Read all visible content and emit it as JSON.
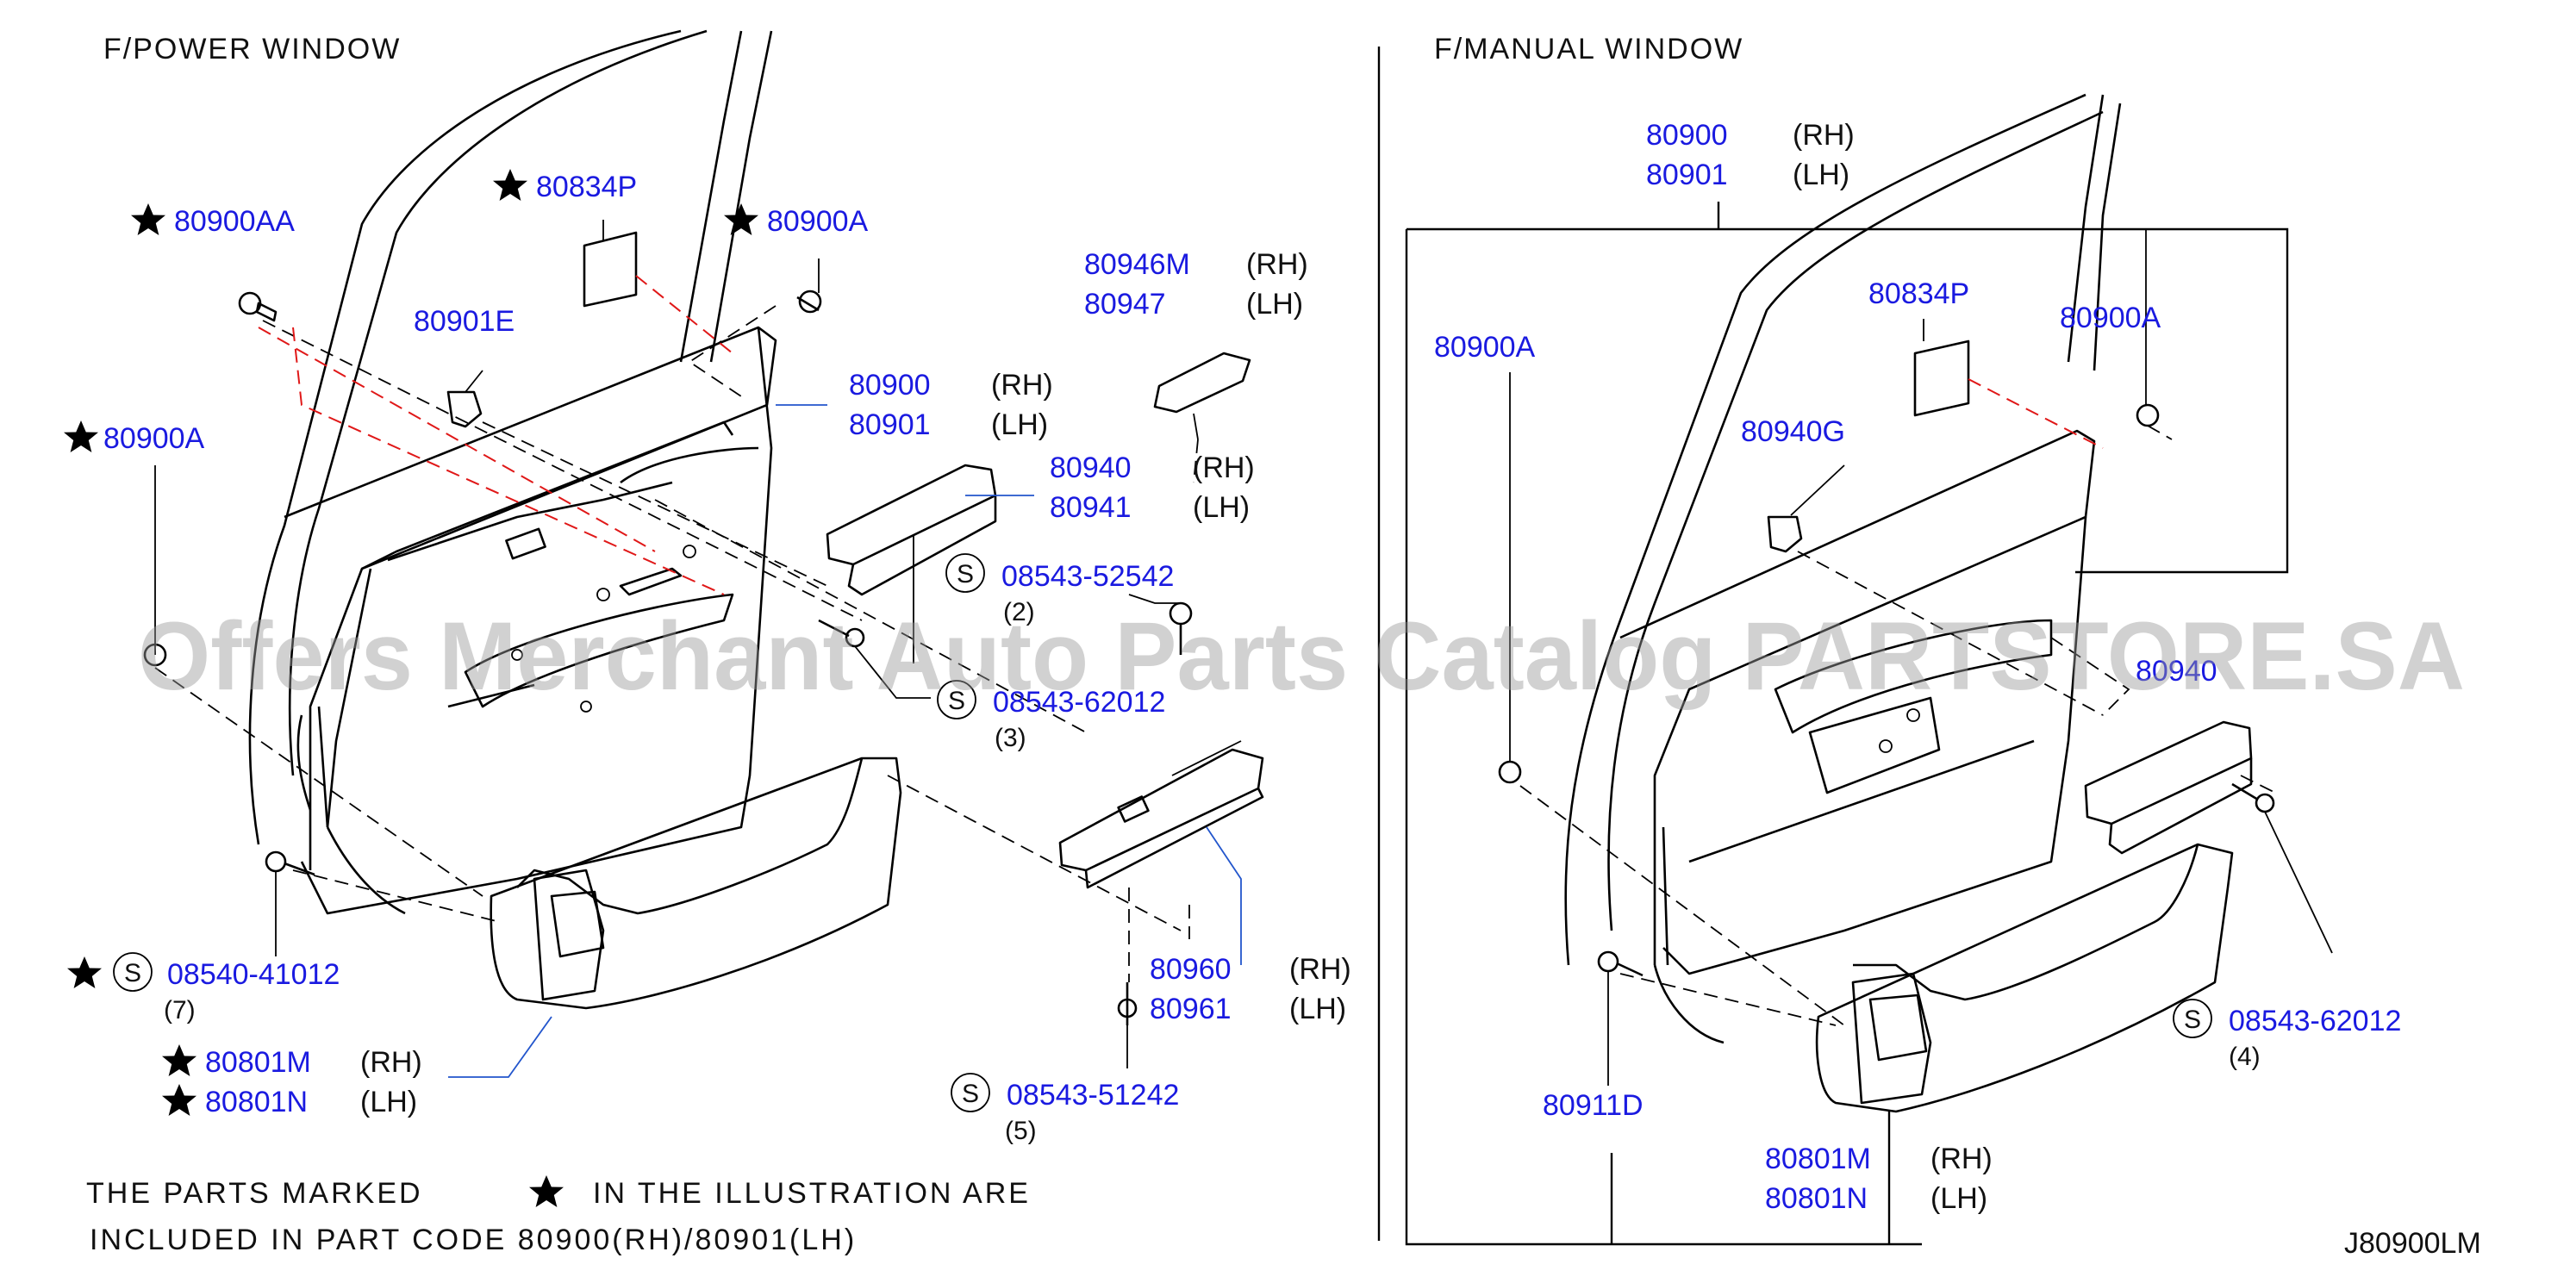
{
  "left_panel": {
    "title": "F/POWER  WINDOW",
    "parts": {
      "p80900AA": "80900AA",
      "p80834P": "80834P",
      "p80900A_top": "80900A",
      "p80901E": "80901E",
      "p80900A_left": "80900A",
      "p80900": "80900",
      "p80901": "80901",
      "p80946M": "80946M",
      "p80947": "80947",
      "p80940": "80940",
      "p80941": "80941",
      "s08543_52542": "08543-52542",
      "s08543_62012": "08543-62012",
      "s08540_41012": "08540-41012",
      "p80960": "80960",
      "p80961": "80961",
      "s08543_51242": "08543-51242",
      "p80801M": "80801M",
      "p80801N": "80801N"
    },
    "qty": {
      "q2": "(2)",
      "q3": "(3)",
      "q7": "(7)",
      "q5": "(5)"
    },
    "note_line1": "THE  PARTS  MARKED",
    "note_mid": "IN  THE  ILLUSTRATION  ARE",
    "note_line2": "INCLUDED  IN  PART  CODE  80900(RH)/80901(LH)"
  },
  "right_panel": {
    "title": "F/MANUAL  WINDOW",
    "parts": {
      "p80900": "80900",
      "p80901": "80901",
      "p80900A_left": "80900A",
      "p80834P": "80834P",
      "p80900A_right": "80900A",
      "p80940G": "80940G",
      "p80940_partial": "80940",
      "s08543_62012": "08543-62012",
      "p80911D": "80911D",
      "p80801M": "80801M",
      "p80801N": "80801N"
    },
    "qty": {
      "q4": "(4)"
    }
  },
  "common": {
    "rh": "(RH)",
    "lh": "(LH)",
    "s_symbol": "S"
  },
  "diagram_code": "J80900LM",
  "watermark": "Offers Merchant Auto Parts Catalog PARTSTORE.SA"
}
